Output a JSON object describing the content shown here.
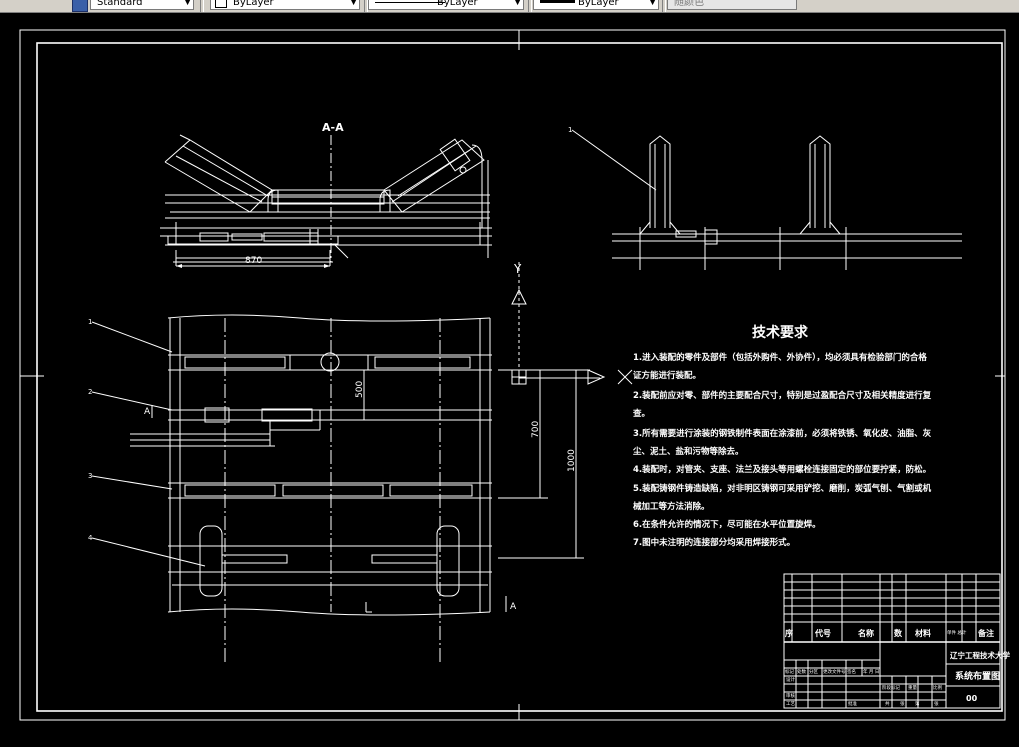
{
  "toolbar": {
    "text_style": "Standard",
    "layer": "ByLayer",
    "linetype": "ByLayer",
    "lineweight": "ByLayer",
    "plot_color": "随颜色"
  },
  "drawing": {
    "section_label": "A-A",
    "dim_870": "870",
    "dim_500": "500",
    "dim_700": "700",
    "dim_1000": "1000",
    "axis_y": "Y",
    "axis_x": "X",
    "marker_a": "A",
    "leaders": [
      "1",
      "2",
      "3",
      "4"
    ]
  },
  "tech": {
    "title": "技术要求",
    "lines": [
      "1.进入装配的零件及部件（包括外购件、外协件），均必须具有检验部门的合格",
      "证方能进行装配。",
      "2.装配前应对零、部件的主要配合尺寸，特别是过盈配合尺寸及相关精度进行复",
      "查。",
      "3.所有需要进行涂装的钢铁制件表面在涂漆前，必须将铁锈、氧化皮、油脂、灰",
      "尘、泥土、盐和污物等除去。",
      "4.装配时，对管夹、支座、法兰及接头等用螺栓连接固定的部位要拧紧，防松。",
      "5.装配铸钢件铸造缺陷，对非明区铸钢可采用铲挖、磨削，炭弧气刨、气割或机",
      "械加工等方法消除。",
      "6.在条件允许的情况下，尽可能在水平位置旋焊。",
      "7.图中未注明的连接部分均采用焊接形式。"
    ]
  },
  "title_block": {
    "header": [
      "序",
      "代号",
      "名称",
      "数",
      "材料",
      "单件 总计",
      "备注"
    ],
    "school": "辽宁工程技术大学",
    "drawing_name": "系统布置图",
    "drawing_no": "00",
    "sign_row": [
      "标记",
      "处数",
      "分区",
      "更改文件号",
      "签名",
      "年 月 日"
    ],
    "sign_rows": [
      "设计",
      "审核",
      "工艺"
    ],
    "stage_row": [
      "阶段标记",
      "重量",
      "比例"
    ],
    "sheet_row": [
      "共",
      "张",
      "第",
      "张"
    ],
    "approve": "批准"
  }
}
